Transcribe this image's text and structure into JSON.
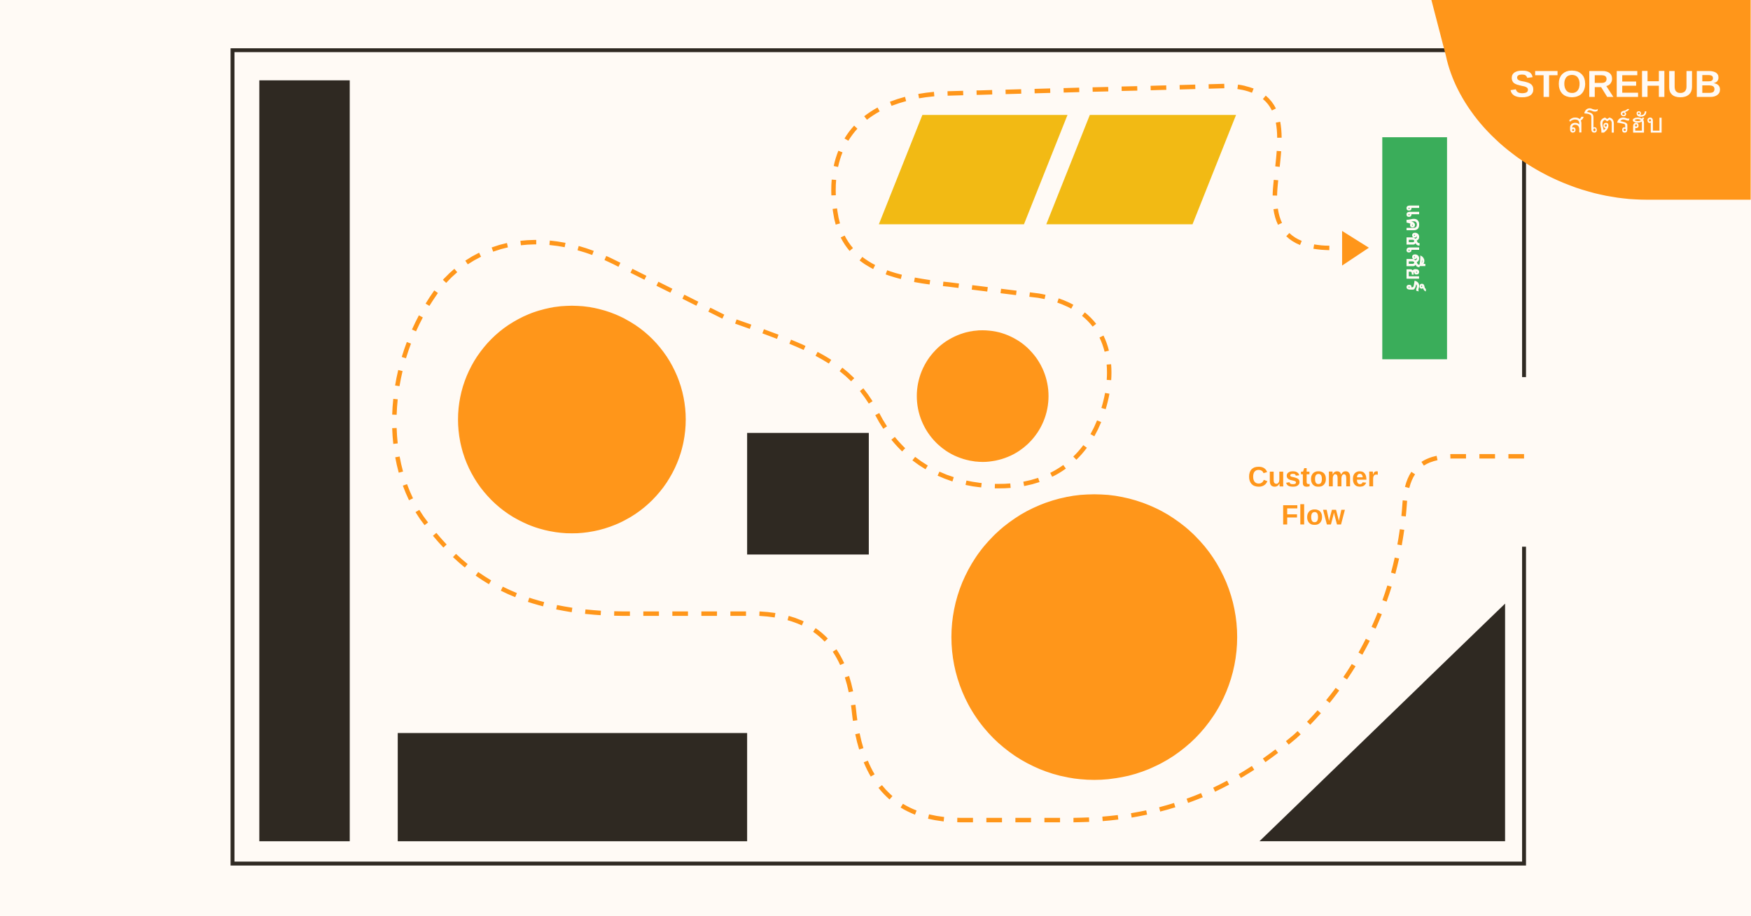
{
  "brand": {
    "name": "STOREHUB",
    "name_thai": "สโตร์ฮับ"
  },
  "labels": {
    "cashier": "แคชเชียร์",
    "flow_line1": "Customer",
    "flow_line2": "Flow"
  },
  "colors": {
    "background": "#FFFAF5",
    "fixture_dark": "#2F2922",
    "display_orange": "#FF961A",
    "shelf_yellow": "#F2BA14",
    "cashier_green": "#3AAD5A",
    "flow_path": "#FF961A",
    "brand_orange": "#FF961A"
  },
  "icons": {
    "flow_arrow": "arrow-right-triangle"
  }
}
